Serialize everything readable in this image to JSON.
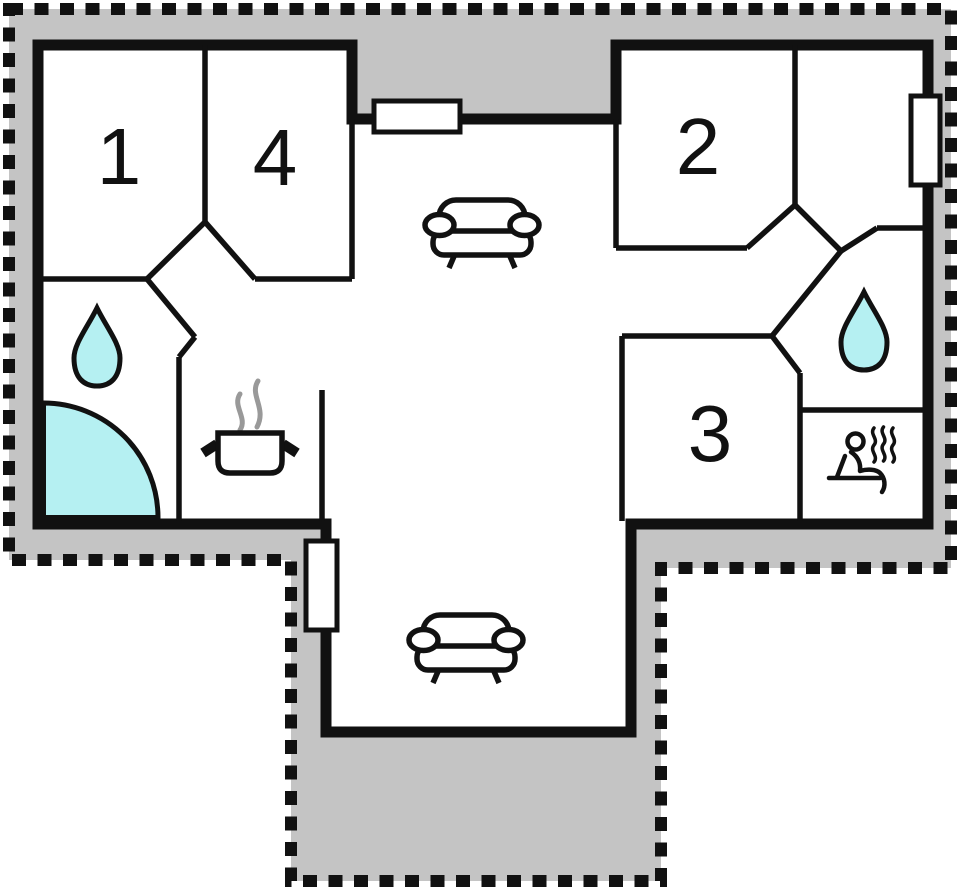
{
  "floorplan": {
    "type": "house-floor-plan",
    "rooms": [
      {
        "id": "room-1",
        "label": "1"
      },
      {
        "id": "room-4",
        "label": "4"
      },
      {
        "id": "room-2",
        "label": "2"
      },
      {
        "id": "room-3",
        "label": "3"
      }
    ],
    "colors": {
      "terrace": "#c4c4c4",
      "wall": "#111111",
      "water": "#b5f0f2",
      "steam": "#999999",
      "floor": "#ffffff"
    },
    "icons": [
      {
        "name": "sofa-icon",
        "count": 2
      },
      {
        "name": "water-drop-icon",
        "count": 2
      },
      {
        "name": "shower-quarter-circle-icon",
        "count": 1
      },
      {
        "name": "cooking-pot-icon",
        "count": 1
      },
      {
        "name": "sauna-person-icon",
        "count": 1
      },
      {
        "name": "window-marker",
        "count": 3
      }
    ]
  }
}
